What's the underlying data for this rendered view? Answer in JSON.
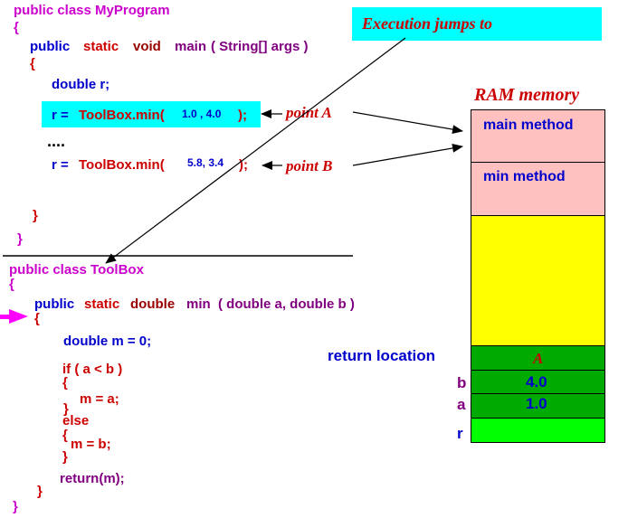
{
  "colors": {
    "magenta": "#cc00cc",
    "red": "#cc0000",
    "blue": "#0000cc",
    "purple": "#800080",
    "darkred": "#990000",
    "cyan": "#00ffff",
    "pink": "#ffc0c0",
    "yellow": "#ffff00",
    "green": "#00aa00",
    "lightgreen": "#00ff00",
    "arrow_magenta": "#ff00ff"
  },
  "banner": {
    "text": "Execution jumps to"
  },
  "myprogram": {
    "class_decl": "public class MyProgram",
    "open_brace": "{",
    "main_public": "public",
    "main_static": "static",
    "main_void": "void",
    "main_name": "main",
    "main_params": "( String[] args )",
    "main_open": "{",
    "decl_r": "double r;",
    "call1_prefix": "r = ",
    "call1_fn": "ToolBox.min(",
    "call1_args": "1.0 , 4.0",
    "call1_suffix": ");",
    "dots": "....",
    "call2_prefix": "r = ",
    "call2_fn": "ToolBox.min(",
    "call2_args": "5.8, 3.4",
    "call2_suffix": ");",
    "main_close": "}",
    "class_close": "}"
  },
  "labels": {
    "point_a": "point A",
    "point_b": "point B"
  },
  "toolbox": {
    "class_decl": "public class ToolBox",
    "open_brace": "{",
    "sig_public": "public",
    "sig_static": "static",
    "sig_double": "double",
    "sig_name": "min",
    "sig_params": "( double a, double b )",
    "body_open": "{",
    "decl_m": "double m = 0;",
    "if_line": "if ( a < b )",
    "if_open": "{",
    "assign_a": "m = a;",
    "if_close": "}",
    "else_kw": "else",
    "else_open": "{",
    "assign_b": "m = b;",
    "else_close": "}",
    "return_stmt": "return(m);",
    "body_close": "}",
    "class_close": "}"
  },
  "ram": {
    "title": "RAM memory",
    "main_method": "main method",
    "min_method": "min method",
    "return_location_label": "return location",
    "return_value": "A",
    "b_label": "b",
    "b_value": "4.0",
    "a_label": "a",
    "a_value": "1.0",
    "r_label": "r",
    "r_value": ""
  }
}
